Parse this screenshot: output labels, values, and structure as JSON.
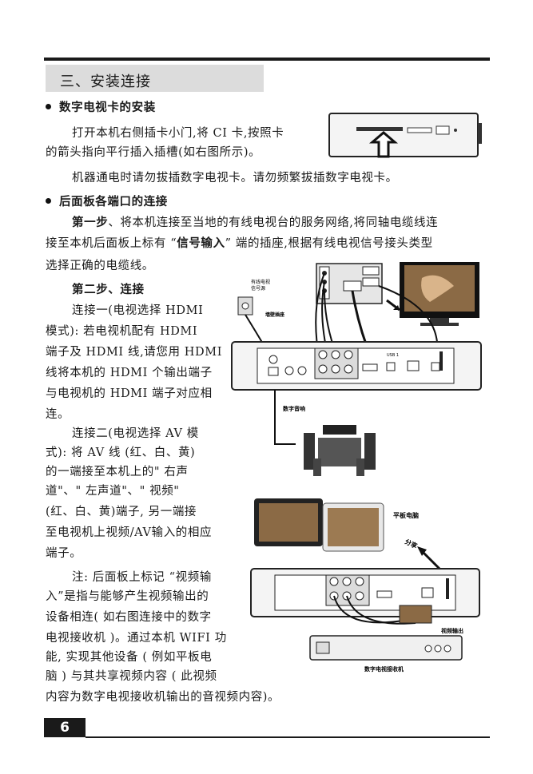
{
  "section": {
    "title": "三、安装连接"
  },
  "ci": {
    "heading": "数字电视卡的安装",
    "line1": "打开本机右侧插卡小门,将 CI 卡,按照卡",
    "line2": "的箭头指向平行插入插槽(如右图所示)。",
    "line3": "机器通电时请勿拔插数字电视卡。请勿频繁拔插数字电视卡。"
  },
  "rear": {
    "heading": "后面板各端口的连接",
    "step1_prefix": "第一步",
    "step1_line1_rest": "、将本机连接至当地的有线电视台的服务网络,将同轴电缆线连",
    "step1_line2_a": "接至本机后面板上标有 “",
    "step1_line2_b": "信号输入",
    "step1_line2_c": "” 端的插座,根据有线电视信号接头类型",
    "step1_line3": "选择正确的电缆线。",
    "step2": "第二步、连接",
    "conn1": [
      "连接一(电视选择 HDMI",
      "模式):  若电视机配有 HDMI",
      "端子及 HDMI 线,请您用 HDMI",
      "线将本机的 HDMI 个输出端子",
      "与电视机的 HDMI 端子对应相",
      "连。"
    ],
    "conn2": [
      "连接二(电视选择 AV 模",
      "式): 将 AV 线 (红、白、黄)",
      "的一端接至本机上的\" 右声",
      "道\"、\" 左声道\"、\" 视频\"",
      "(红、白、黄)端子, 另一端接",
      "至电视机上视频/AV输入的相应",
      "端子。"
    ],
    "note": [
      "注: 后面板上标记 “视频输",
      "入”是指与能够产生视频输出的",
      "设备相连( 如右图连接中的数字",
      "电视接收机 )。通过本机 WIFI 功",
      "能, 实现其他设备 ( 例如平板电",
      "脑 ) 与其共享视频内容 ( 此视频",
      "内容为数字电视接收机输出的音视频内容)。"
    ]
  },
  "figures": {
    "cable_label": "有线电视\n信号源",
    "wall_label": "墙壁插座",
    "audio_label": "数字音响",
    "tablet_label": "平板电脑",
    "share_label": "分享",
    "video_out_label": "视频输出",
    "receiver_label": "数字电视接收机",
    "usb_label": "USB 1"
  },
  "page": {
    "number": "6"
  }
}
